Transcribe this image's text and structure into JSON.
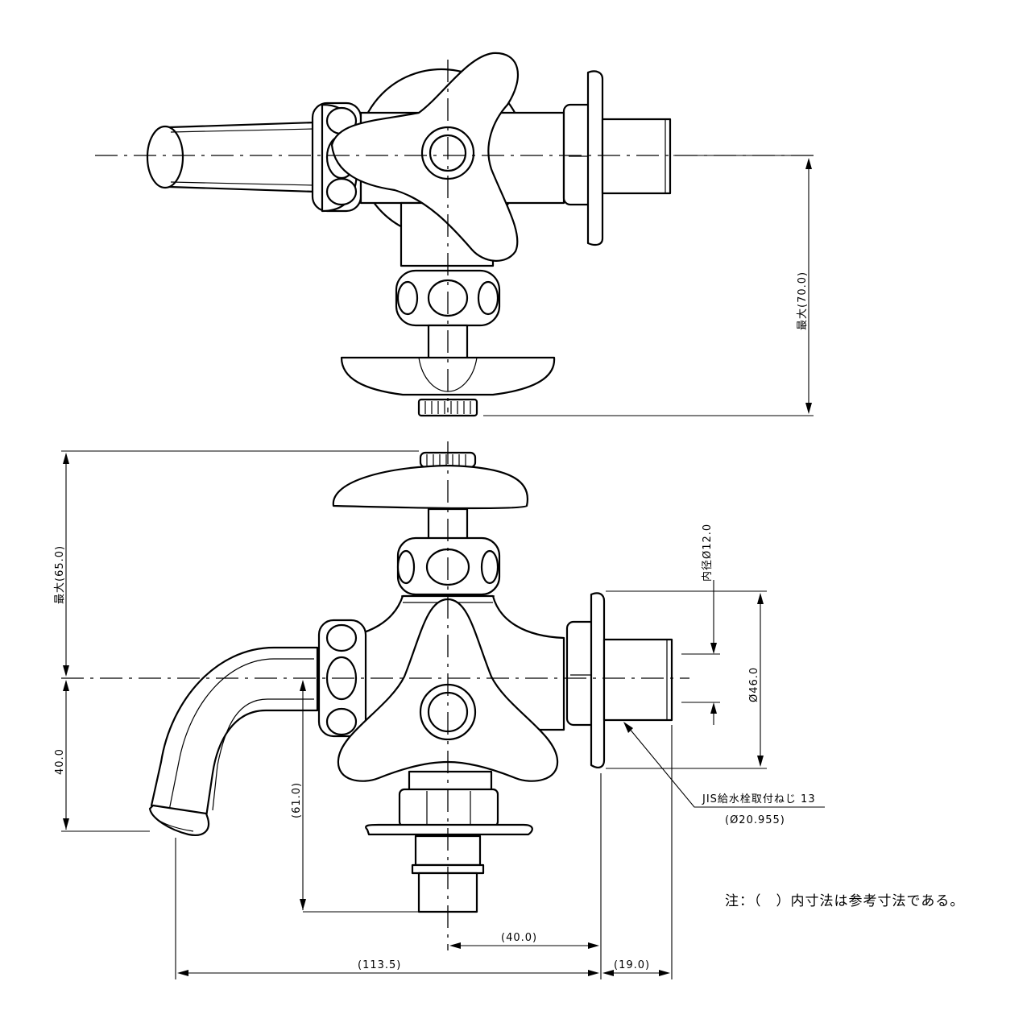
{
  "dimensions": {
    "top_height": "最大(70.0)",
    "front_height": "最大(65.0)",
    "spout_drop": "40.0",
    "spout_depth": "(61.0)",
    "inner_diameter": "内径Ø12.0",
    "flange_diameter": "Ø46.0",
    "center_to_flange": "(40.0)",
    "overall_length": "(113.5)",
    "thread_length": "(19.0)"
  },
  "thread_callout": {
    "label": "JIS給水栓取付ねじ 13",
    "diameter": "(Ø20.955)"
  },
  "note": "注：（　）内寸法は参考寸法である。"
}
